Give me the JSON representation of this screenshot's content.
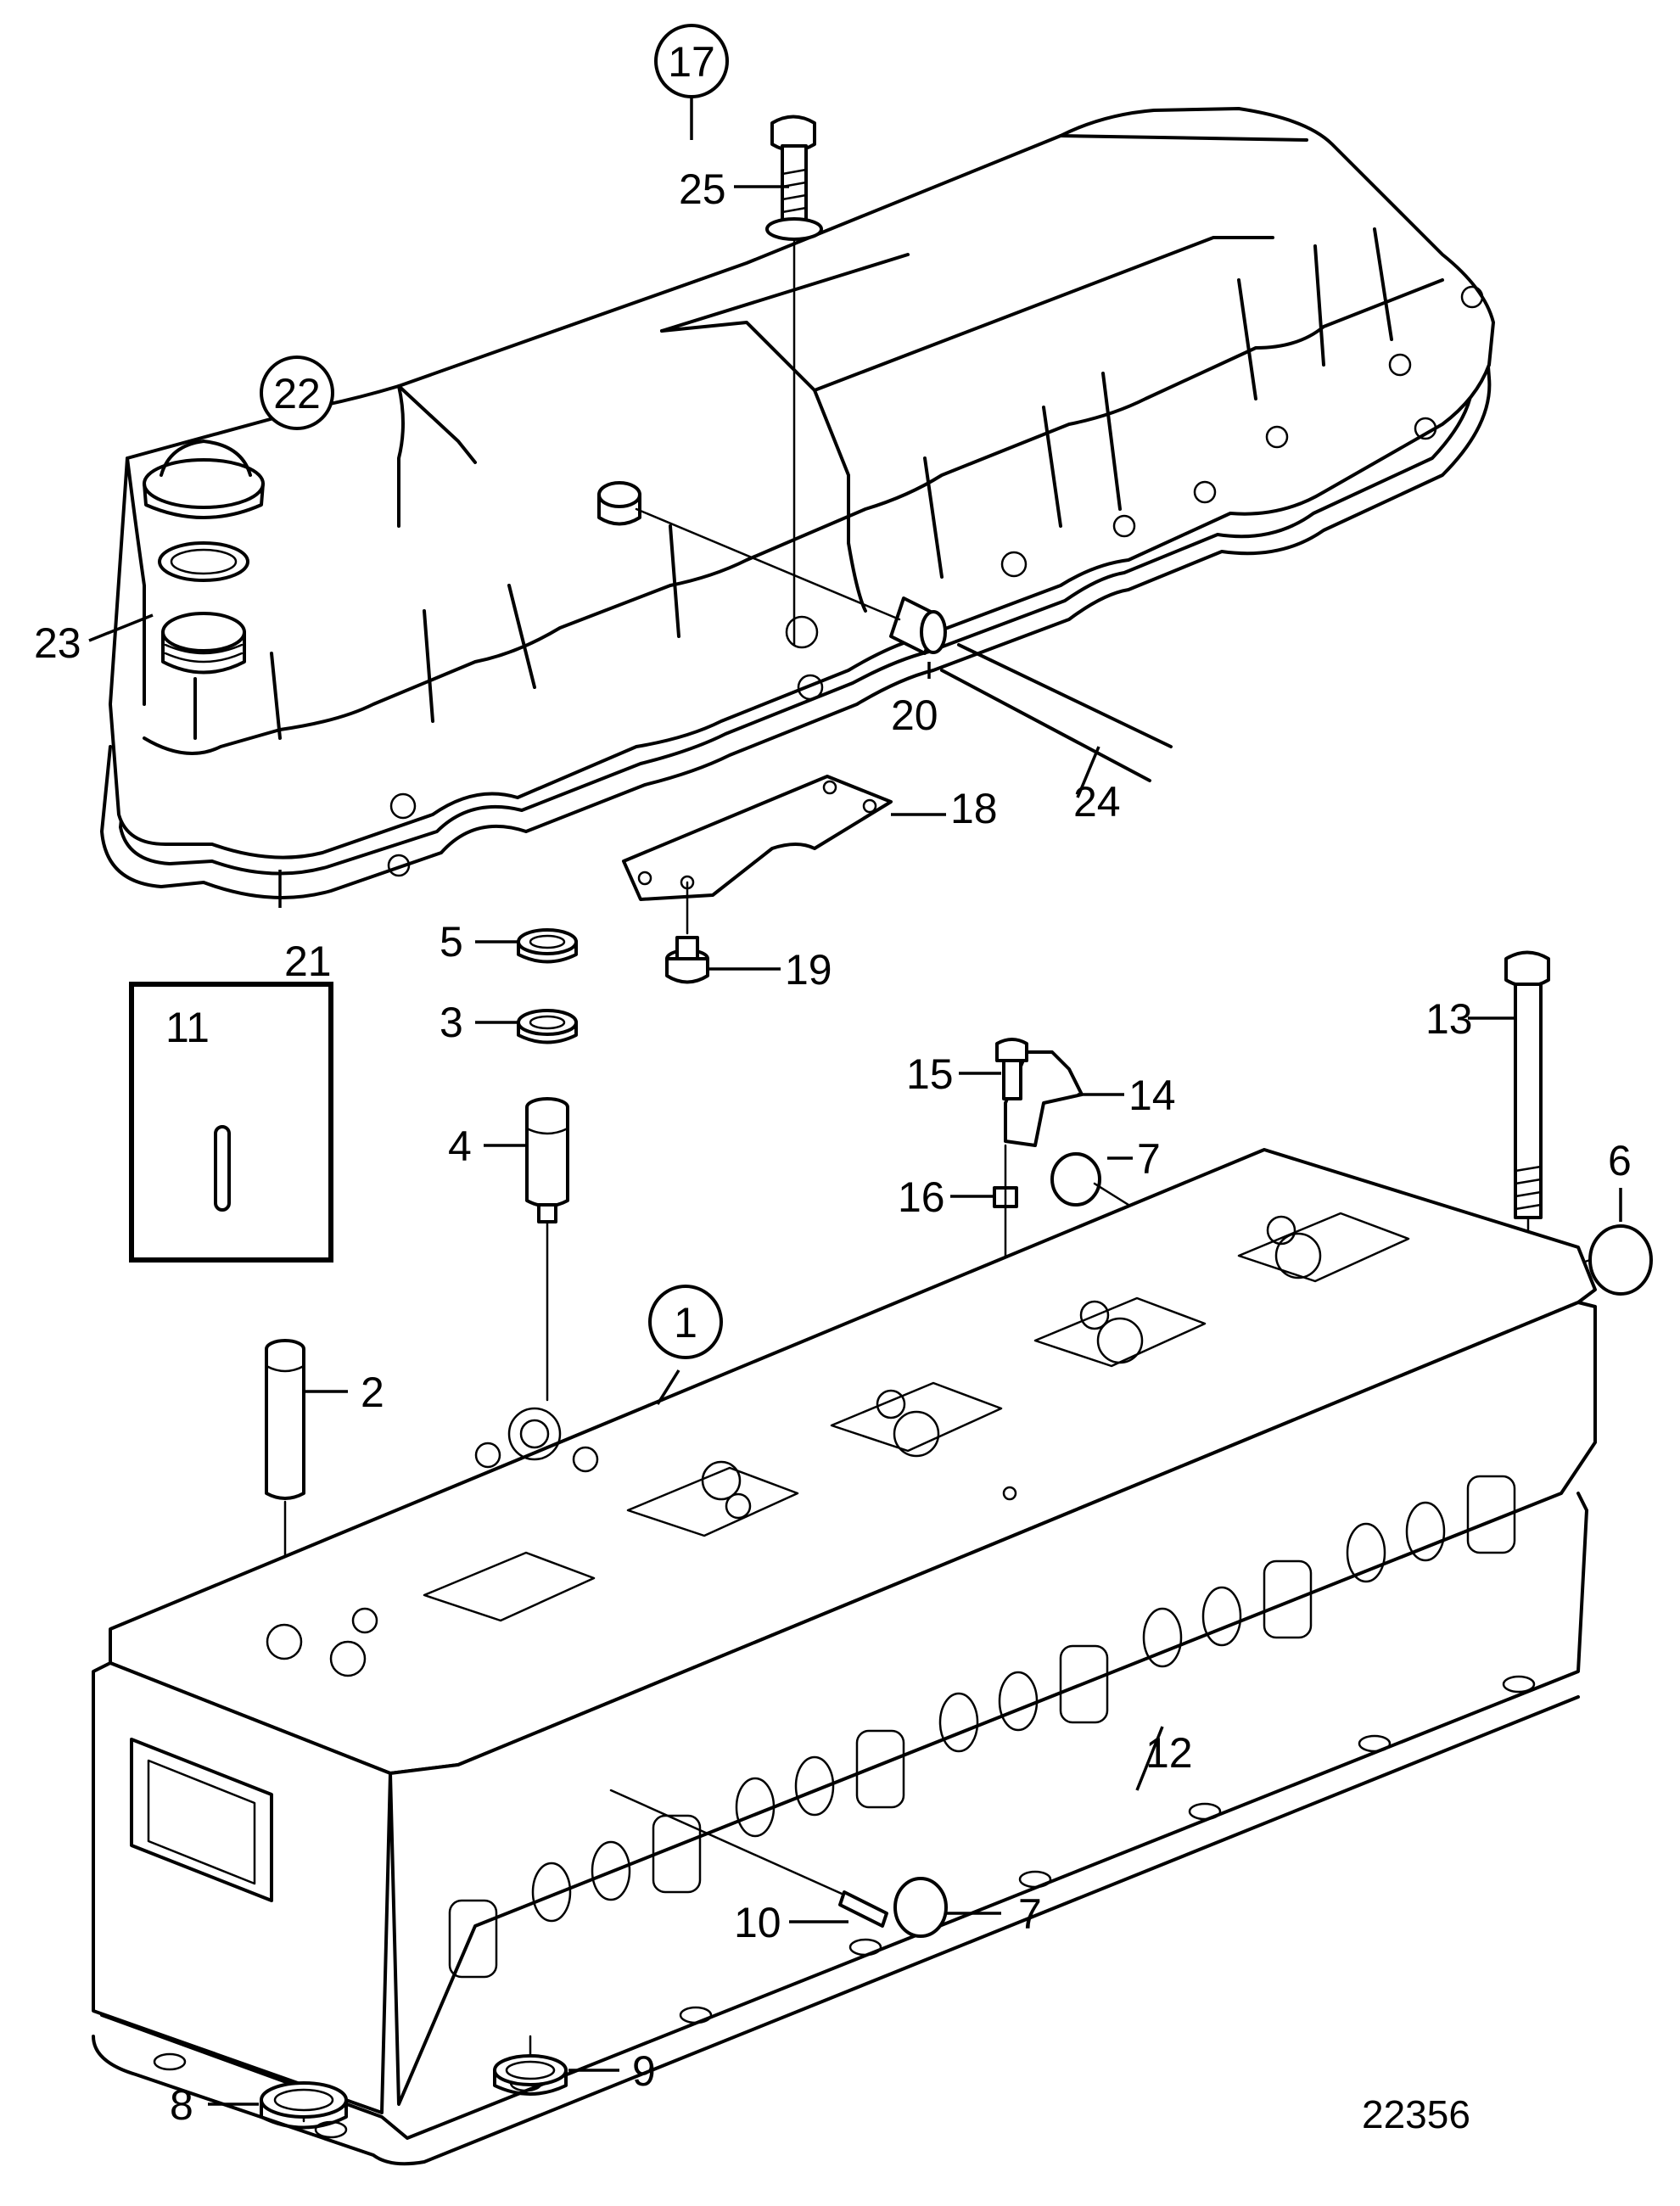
{
  "figure_number": "22356",
  "labels": {
    "l1": "1",
    "l2": "2",
    "l3": "3",
    "l4": "4",
    "l5": "5",
    "l6": "6",
    "l7a": "7",
    "l7b": "7",
    "l8": "8",
    "l9": "9",
    "l10": "10",
    "l11": "11",
    "l12": "12",
    "l13": "13",
    "l14": "14",
    "l15": "15",
    "l16": "16",
    "l17": "17",
    "l18": "18",
    "l19": "19",
    "l20": "20",
    "l21": "21",
    "l22": "22",
    "l23": "23",
    "l24": "24",
    "l25": "25"
  }
}
